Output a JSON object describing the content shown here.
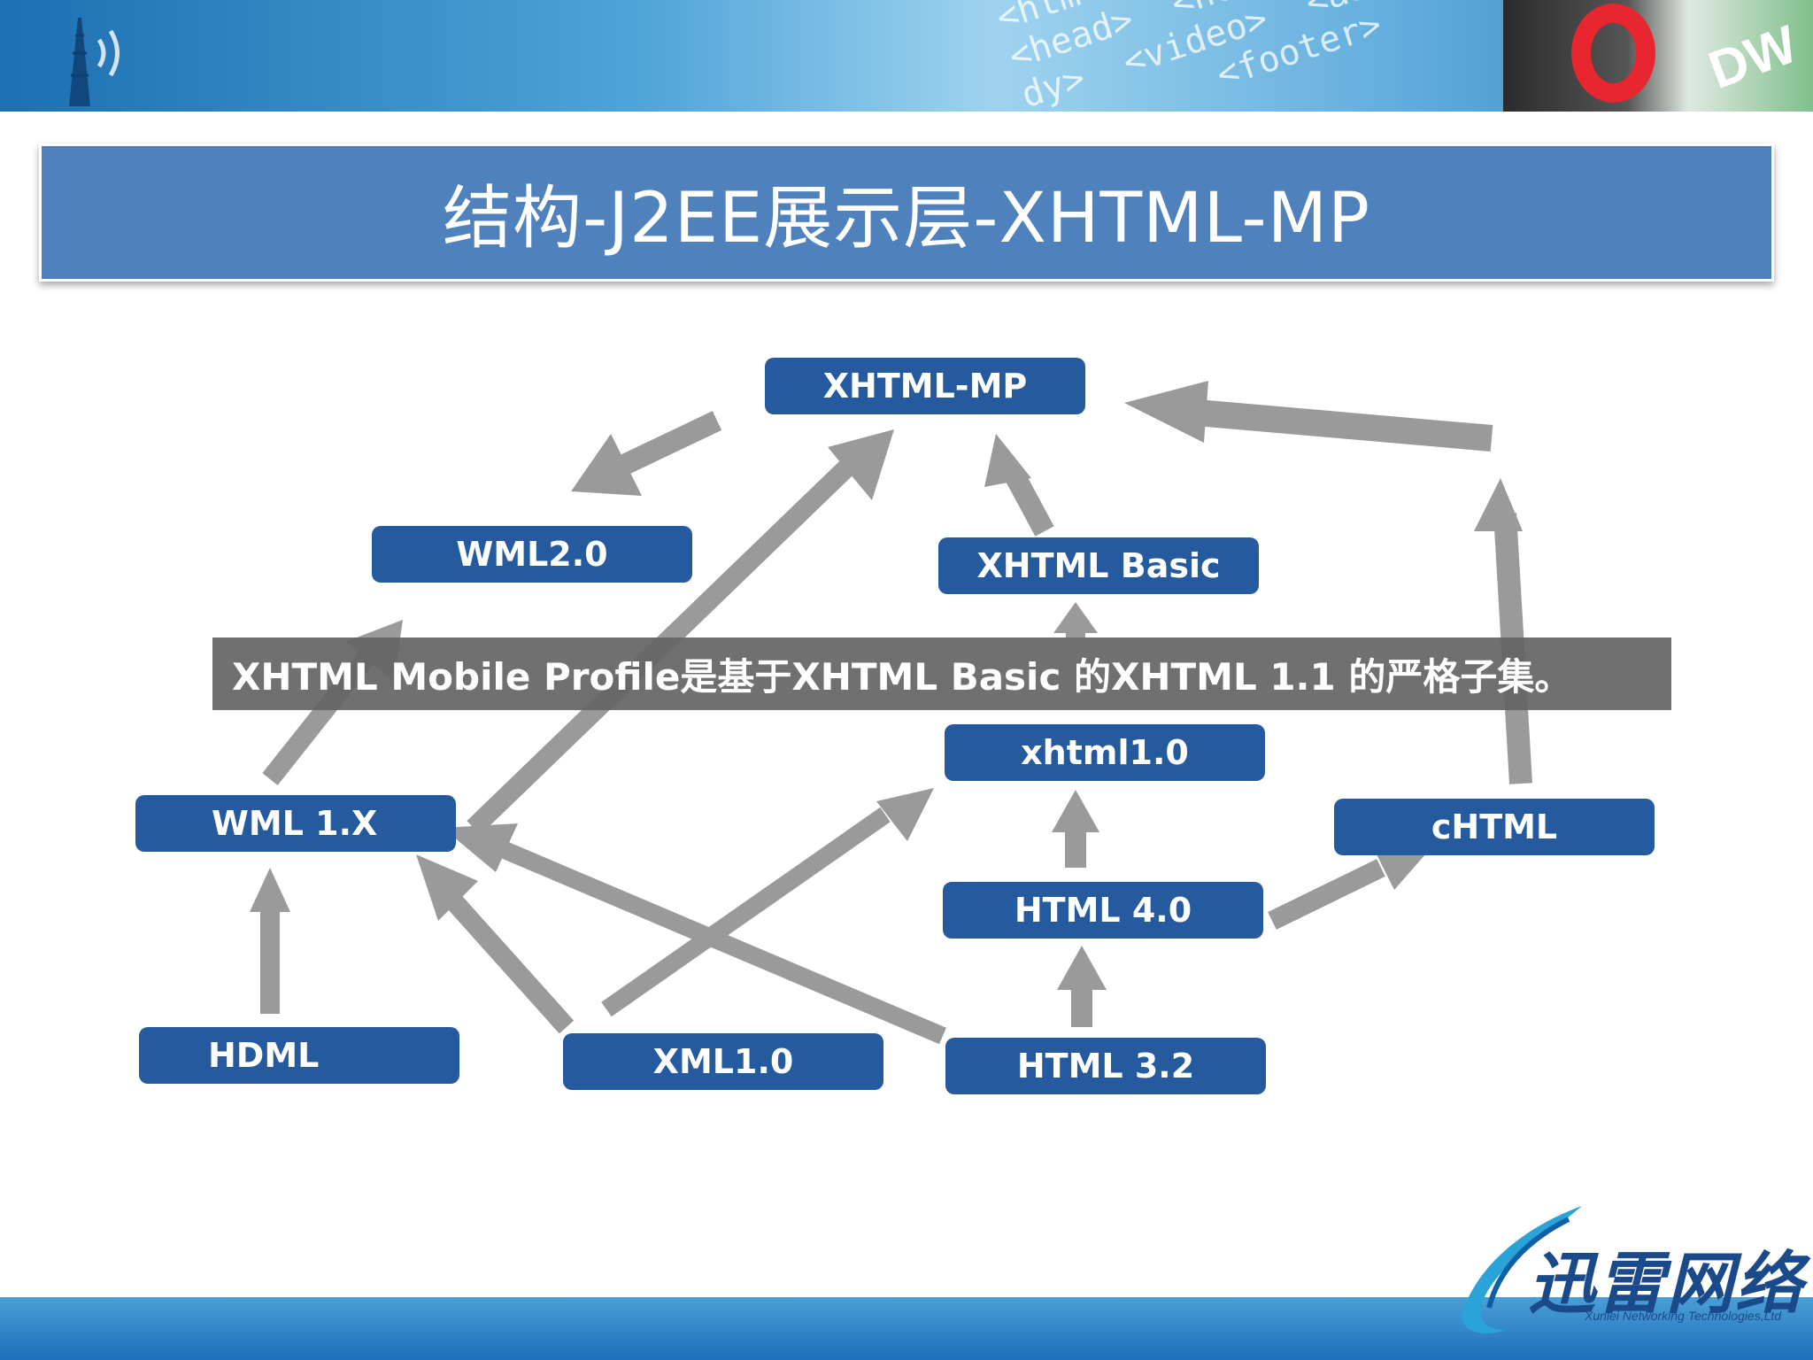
{
  "slide": {
    "title": "结构-J2EE展示层-XHTML-MP",
    "caption": "XHTML Mobile Profile是基于XHTML Basic 的XHTML 1.1 的严格子集。"
  },
  "nodes": {
    "xhtml_mp": "XHTML-MP",
    "wml20": "WML2.0",
    "xhtml_basic": "XHTML Basic",
    "xhtml10": "xhtml1.0",
    "wml1x": "WML 1.X",
    "chtml": "cHTML",
    "html40": "HTML 4.0",
    "hdml": "HDML",
    "xml10": "XML1.0",
    "html32": "HTML 3.2"
  },
  "banner": {
    "code_text": "<html xml>\n<head>  <header>\ndy>  <video>  <aside>\n         <footer>",
    "logo_text": "DW"
  },
  "brand": {
    "name": "迅雷网络",
    "subtitle": "Xunlei Networking Technologies,Ltd"
  },
  "colors": {
    "title_bar": "#4f81bd",
    "node": "#265a9e",
    "arrow": "#9a9a9a",
    "caption_bg": "#646464"
  }
}
